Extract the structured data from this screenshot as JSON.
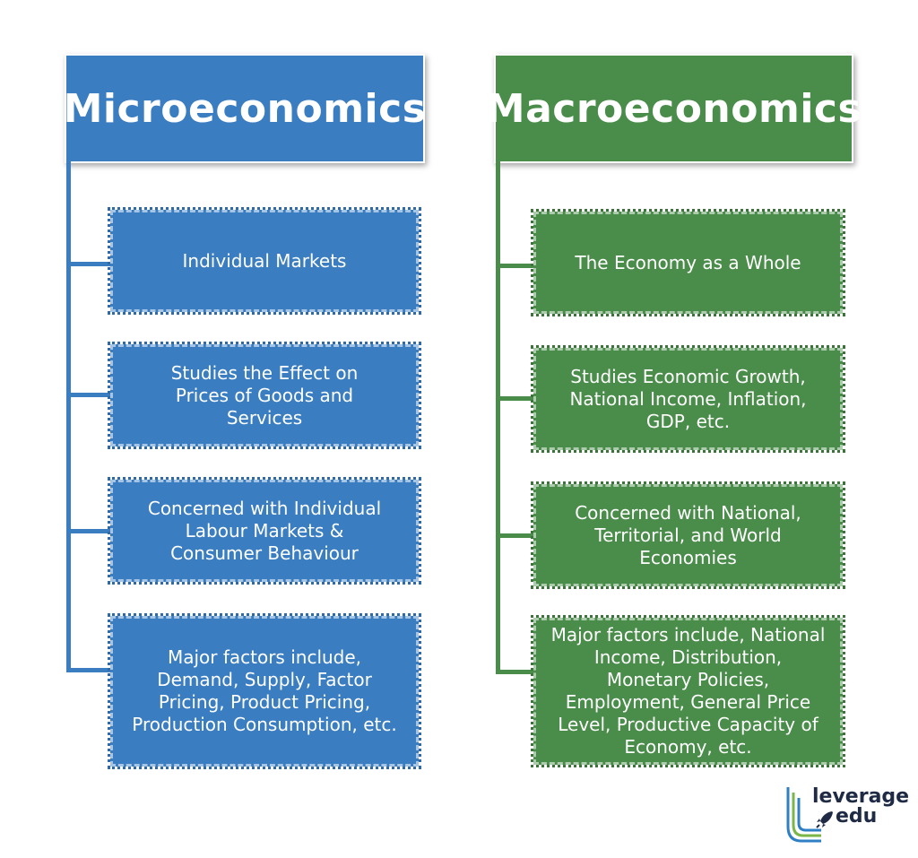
{
  "micro": {
    "title": "Microeconomics",
    "items": [
      "Individual Markets",
      "Studies the Effect on Prices of Goods and Services",
      "Concerned with Individual Labour Markets & Consumer Behaviour",
      "Major factors include, Demand, Supply, Factor Pricing, Product Pricing, Production Consumption, etc."
    ]
  },
  "macro": {
    "title": "Macroeconomics",
    "items": [
      "The Economy as a Whole",
      "Studies Economic Growth, National Income, Inflation, GDP, etc.",
      "Concerned with National, Territorial, and World Economies",
      "Major factors include, National Income, Distribution, Monetary Policies, Employment, General Price Level, Productive Capacity of Economy, etc."
    ]
  },
  "logo": {
    "line1": "leverage",
    "line2": "edu"
  },
  "colors": {
    "micro": "#3a7dc1",
    "macro": "#4a8c4a",
    "logo_blue": "#2f7fc4",
    "logo_green": "#7ab648"
  }
}
